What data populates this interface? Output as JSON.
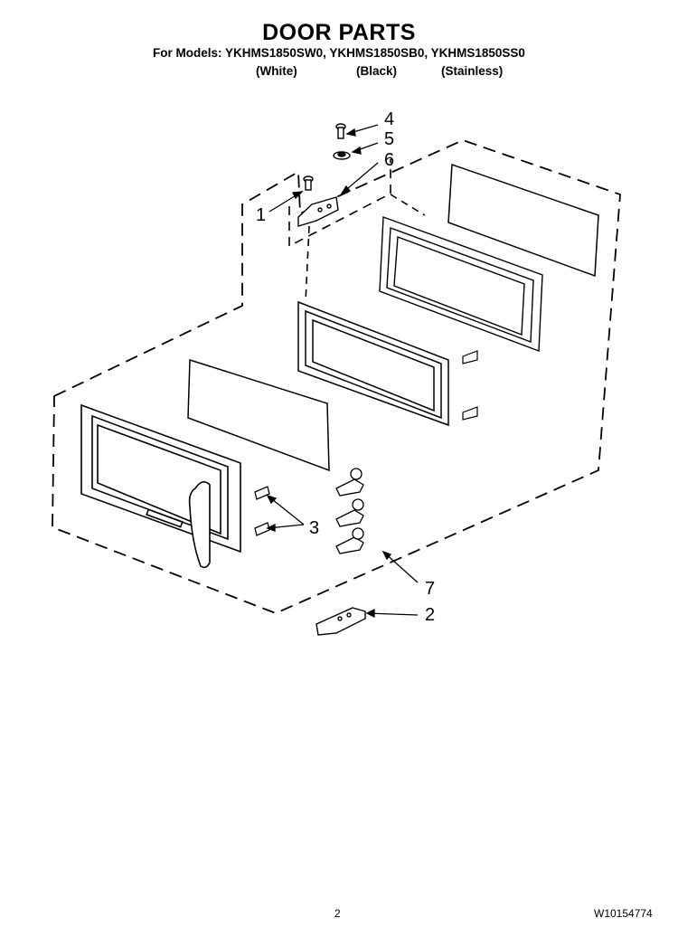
{
  "page": {
    "title": "DOOR PARTS",
    "models_line": "For Models: YKHMS1850SW0, YKHMS1850SB0, YKHMS1850SS0",
    "variants": [
      "(White)",
      "(Black)",
      "(Stainless)"
    ],
    "page_number": "2",
    "doc_number": "W10154774"
  },
  "callouts": [
    "1",
    "2",
    "3",
    "4",
    "5",
    "6",
    "7"
  ]
}
